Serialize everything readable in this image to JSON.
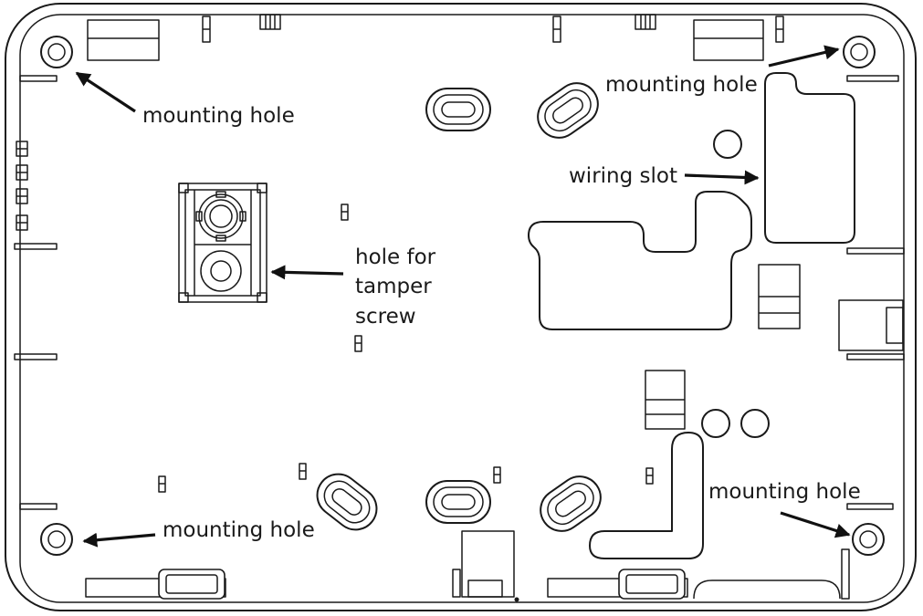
{
  "labels": {
    "mounting_top_left": "mounting hole",
    "mounting_top_right": "mounting hole",
    "wiring_slot": "wiring slot",
    "tamper_line1": "hole for",
    "tamper_line2": "tamper",
    "tamper_line3": "screw",
    "mounting_bottom_left": "mounting hole",
    "mounting_bottom_right": "mounting hole"
  },
  "colors": {
    "line": "#1a1a1a",
    "background": "#ffffff"
  }
}
